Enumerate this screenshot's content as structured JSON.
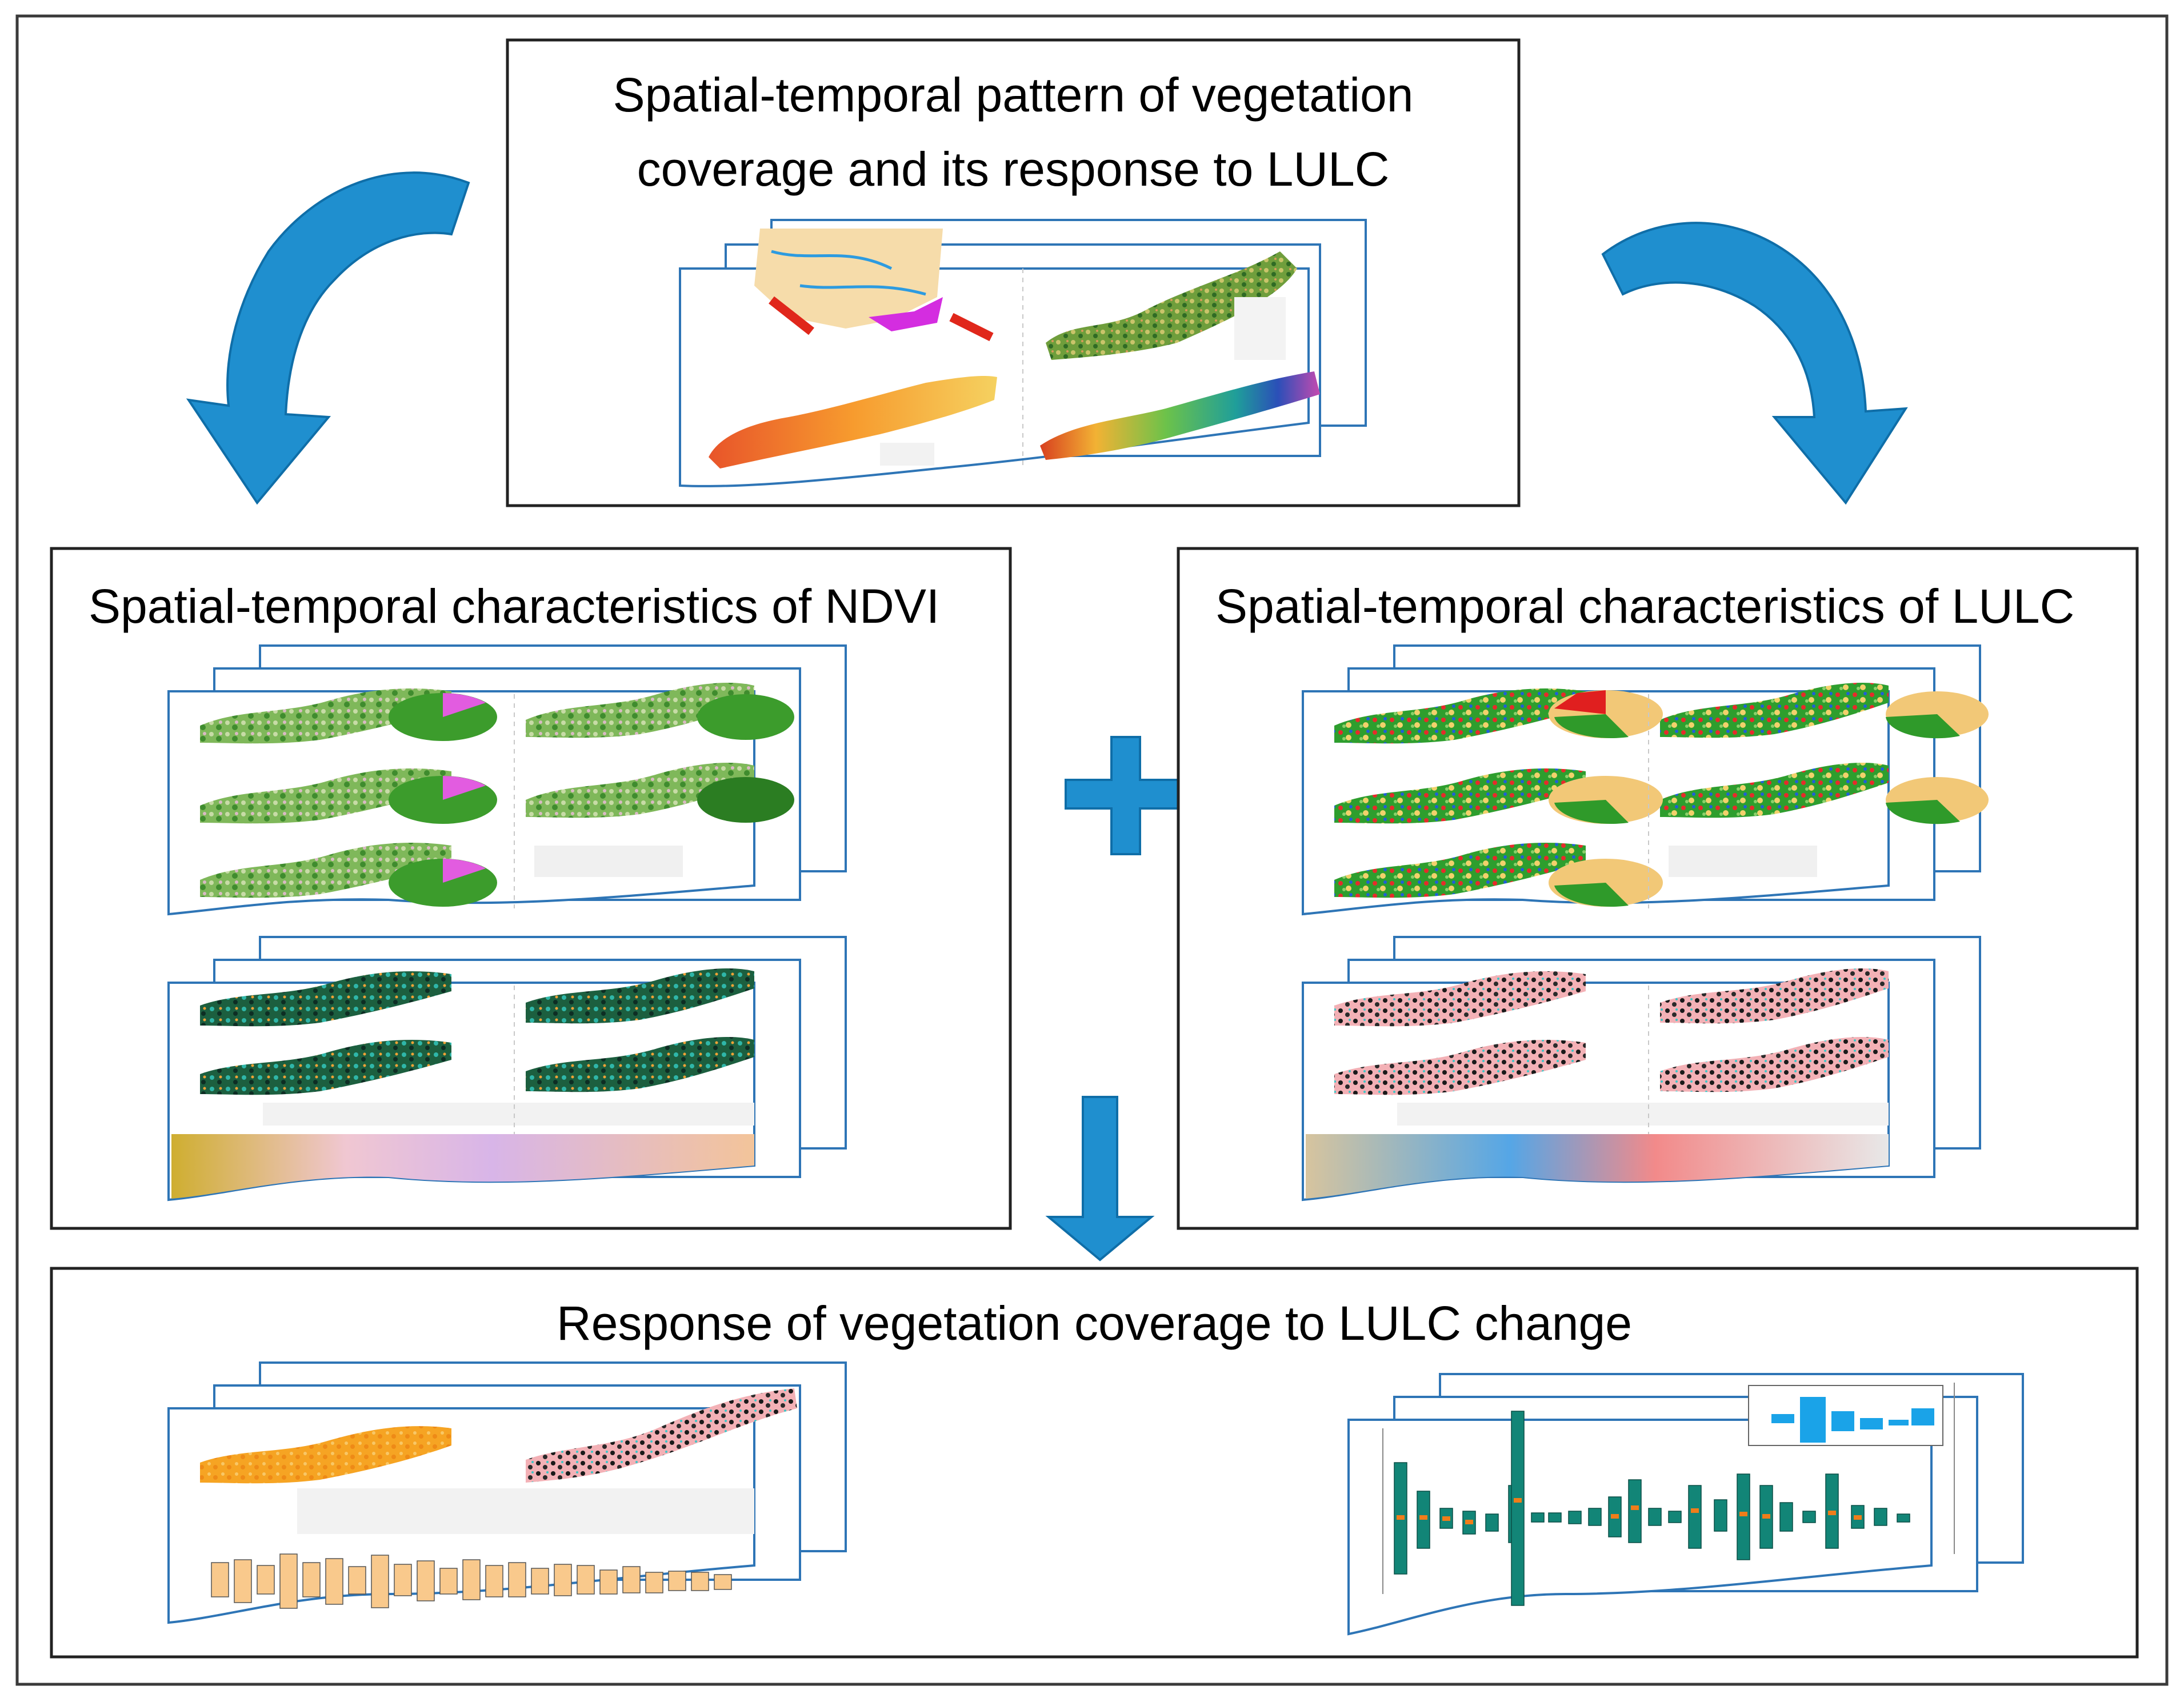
{
  "panels": {
    "top": {
      "title_line1": "Spatial-temporal pattern of vegetation",
      "title_line2": "coverage and its response to LULC"
    },
    "ndvi": {
      "title": "Spatial-temporal characteristics of NDVI"
    },
    "lulc": {
      "title": "Spatial-temporal characteristics of LULC"
    },
    "response": {
      "title": "Response of vegetation coverage to LULC change"
    }
  },
  "connectors": {
    "plus": "plus-symbol",
    "down_arrow": "arrow-down-icon",
    "curved_arrows": "curved-arrow-icon"
  },
  "colors": {
    "arrow_blue": "#1f8fcf",
    "arrow_dark": "#0f6ea8",
    "sheet_border": "#2e75b6",
    "bar_teal": "#128577",
    "bar_orange": "#f9c98c",
    "marker_orange": "#f07d1a",
    "inset_blue": "#1aa3e8"
  }
}
